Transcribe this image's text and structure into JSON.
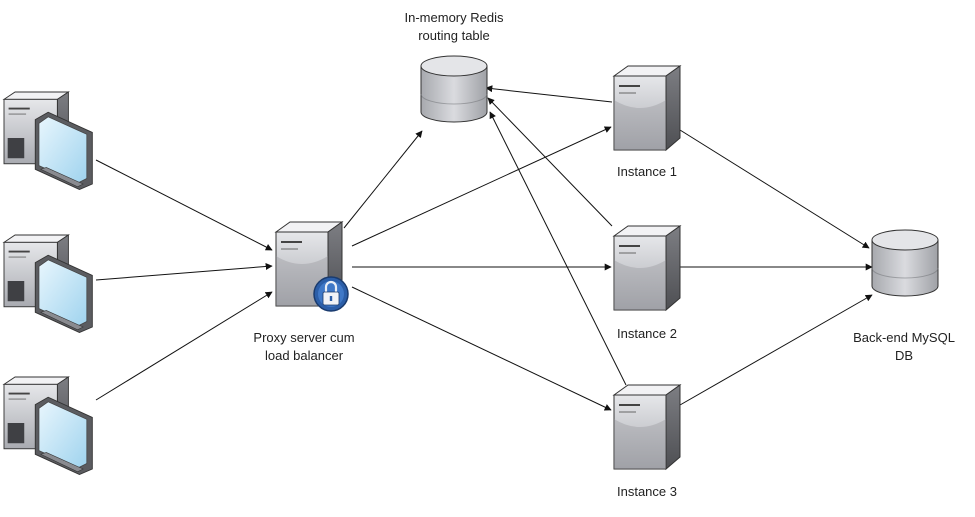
{
  "labels": {
    "redis_line1": "In-memory Redis",
    "redis_line2": "routing table",
    "proxy_line1": "Proxy server cum",
    "proxy_line2": "load balancer",
    "instance1": "Instance 1",
    "instance2": "Instance 2",
    "instance3": "Instance 3",
    "mysql_line1": "Back-end MySQL",
    "mysql_line2": "DB"
  },
  "icons": {
    "client": "desktop-computer-icon",
    "proxy": "server-with-lock-icon",
    "instance": "tower-server-icon",
    "database": "database-cylinder-icon"
  },
  "colors": {
    "edge": "#111111",
    "server_light": "#d9dbe0",
    "server_dark": "#5f6064",
    "db_fill": "#c4c6cb",
    "screen": "#bfe3f5",
    "lock_badge": "#2b5ea8"
  }
}
